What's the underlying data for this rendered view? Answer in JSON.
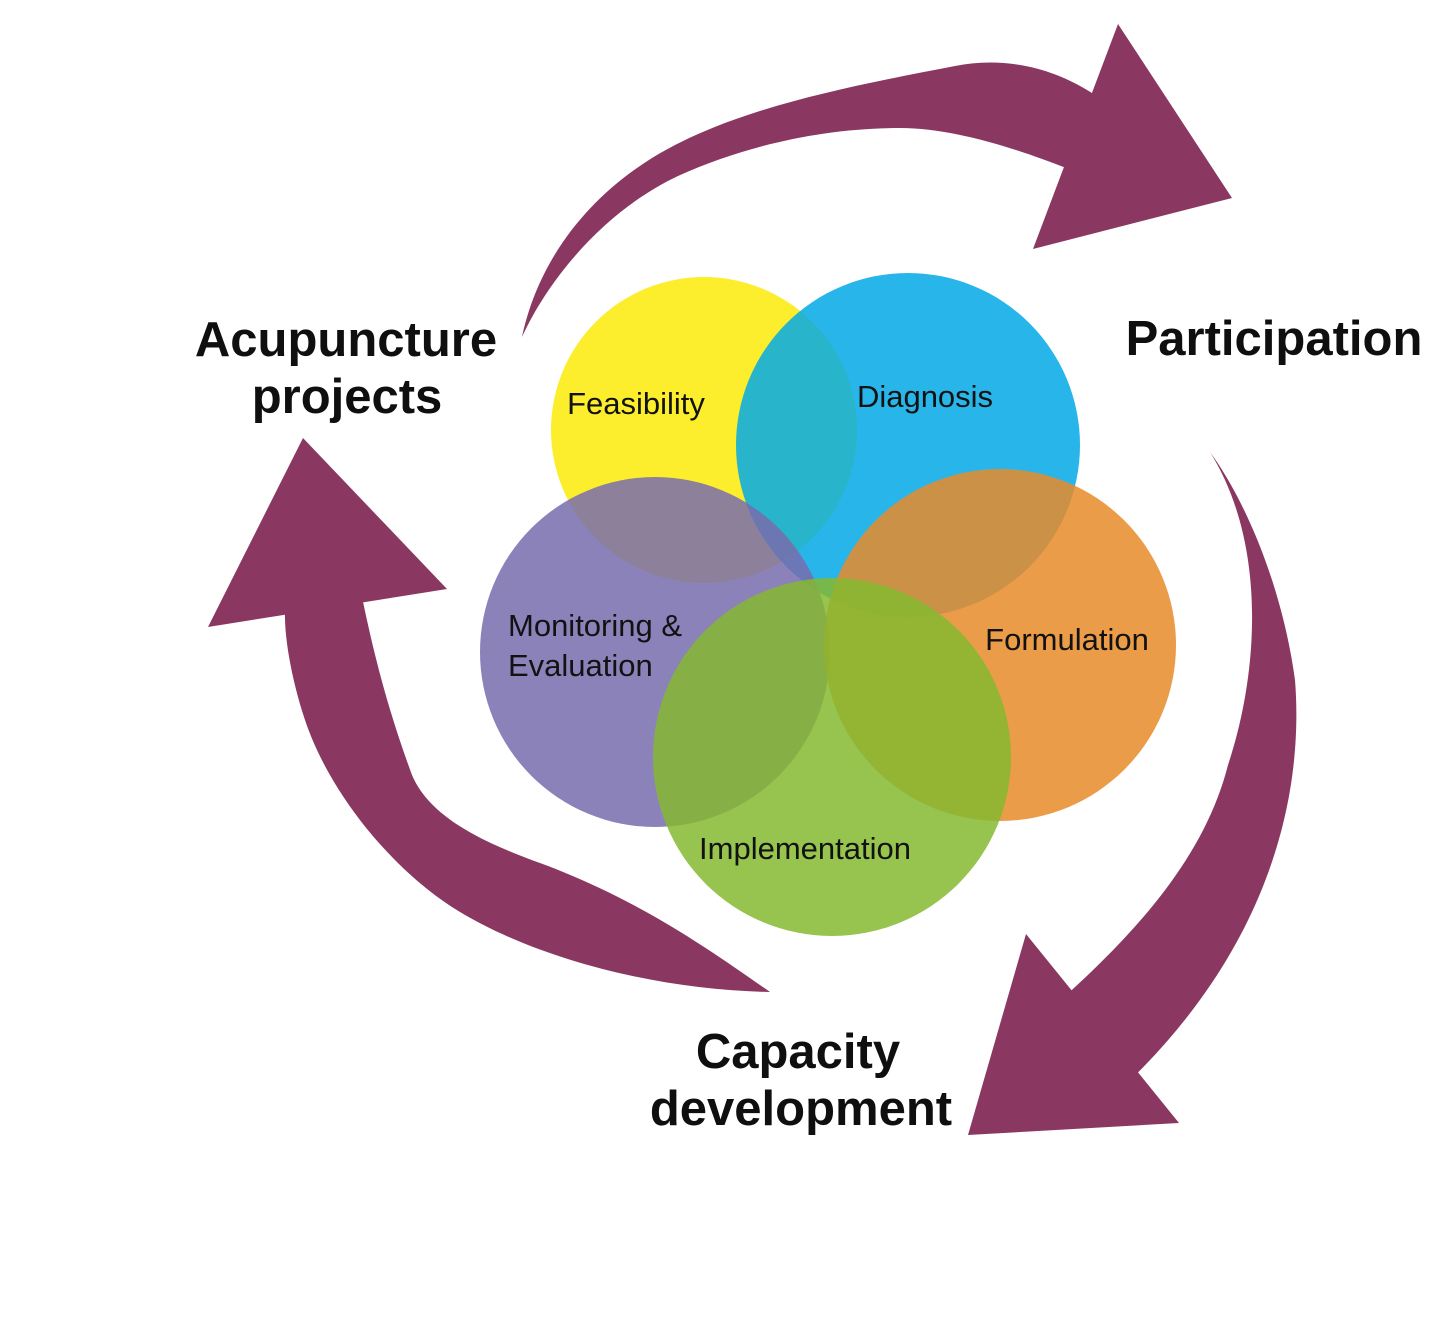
{
  "diagram": {
    "outer_labels": {
      "acupuncture_line1": "Acupuncture",
      "acupuncture_line2": "projects",
      "participation": "Participation",
      "capacity_line1": "Capacity",
      "capacity_line2": "development"
    },
    "stages": {
      "feasibility": "Feasibility",
      "diagnosis": "Diagnosis",
      "formulation": "Formulation",
      "implementation": "Implementation",
      "monitoring_line1": "Monitoring &",
      "monitoring_line2": "Evaluation"
    },
    "colors": {
      "background": "#FFFFFF",
      "arrow_plum": "#8A3862",
      "label_text": "#121212",
      "feasibility_yellow": "#FCEB08",
      "diagnosis_blue": "#02A9E6",
      "monitoring_purple": "#786CAE",
      "formulation_orange": "#E88B29",
      "implementation_green": "#85B930",
      "circle_opacity": "0.85"
    }
  }
}
